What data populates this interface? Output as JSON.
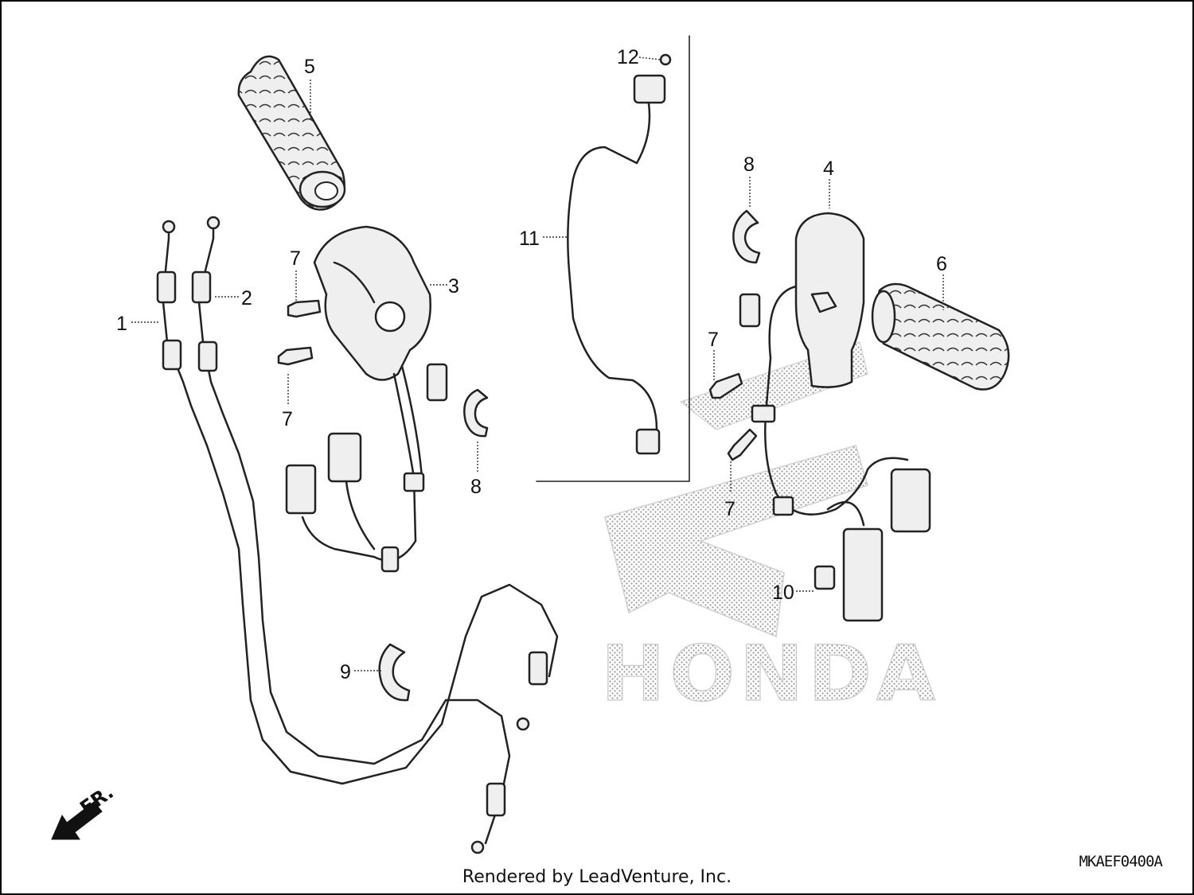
{
  "diagram": {
    "part_numbers": [
      "1",
      "2",
      "3",
      "4",
      "5",
      "6",
      "7",
      "7",
      "7",
      "7",
      "8",
      "8",
      "9",
      "10",
      "11",
      "12"
    ],
    "watermark_text": "HONDA",
    "front_indicator": "FR.",
    "diagram_code": "MKAEF0400A",
    "credit": "Rendered by LeadVenture, Inc."
  }
}
